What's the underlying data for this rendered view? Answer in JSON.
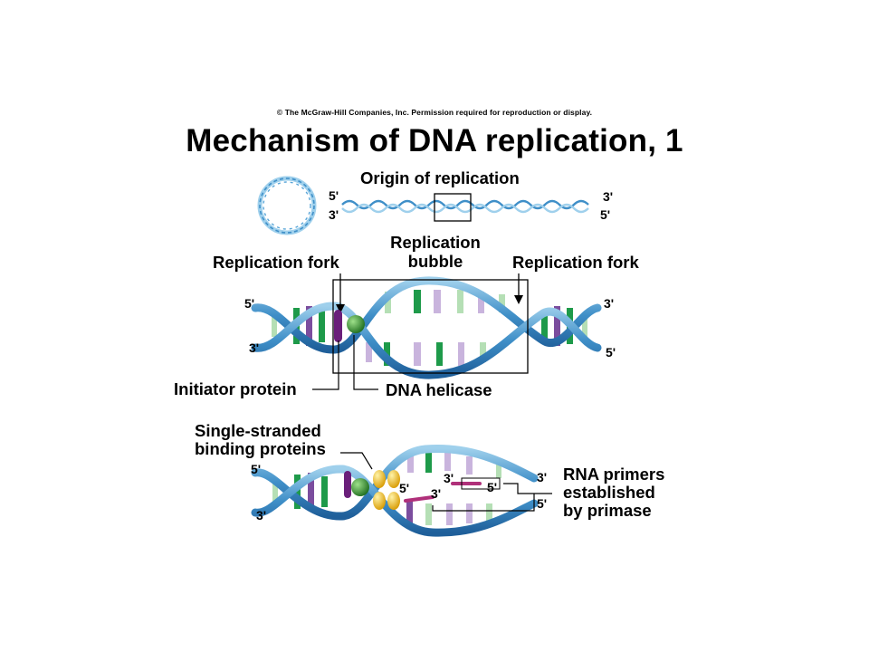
{
  "copyright": "© The McGraw-Hill Companies, Inc. Permission required for reproduction or display.",
  "title": "Mechanism of DNA replication, 1",
  "panel1": {
    "origin_label": "Origin of replication",
    "left_top": "5'",
    "left_bottom": "3'",
    "right_top": "3'",
    "right_bottom": "5'"
  },
  "panel2": {
    "fork_left": "Replication fork",
    "bubble_line1": "Replication",
    "bubble_line2": "bubble",
    "fork_right": "Replication fork",
    "left_top": "5'",
    "left_bottom": "3'",
    "right_top": "3'",
    "right_bottom": "5'",
    "initiator": "Initiator protein",
    "helicase": "DNA helicase"
  },
  "panel3": {
    "ssb_line1": "Single-stranded",
    "ssb_line2": "binding proteins",
    "left_top": "5'",
    "left_bottom": "3'",
    "inner_5_left": "5'",
    "inner_3_top": "3'",
    "inner_3_mid": "3'",
    "inner_5_box": "5'",
    "right_top": "3'",
    "right_bottom": "5'",
    "primers_line1": "RNA primers",
    "primers_line2": "established",
    "primers_line3": "by primase"
  },
  "colors": {
    "strand": "#3f8fc8",
    "strand_light": "#9fd0ec",
    "green": "#1e9a4a",
    "green_light": "#b5dfb5",
    "purple": "#7b4d9e",
    "purple_light": "#c9b4dd",
    "initiator": "#6a1f7a",
    "helicase": "#2f8a2a",
    "ssb": "#e8b400",
    "primer": "#b0307a"
  }
}
